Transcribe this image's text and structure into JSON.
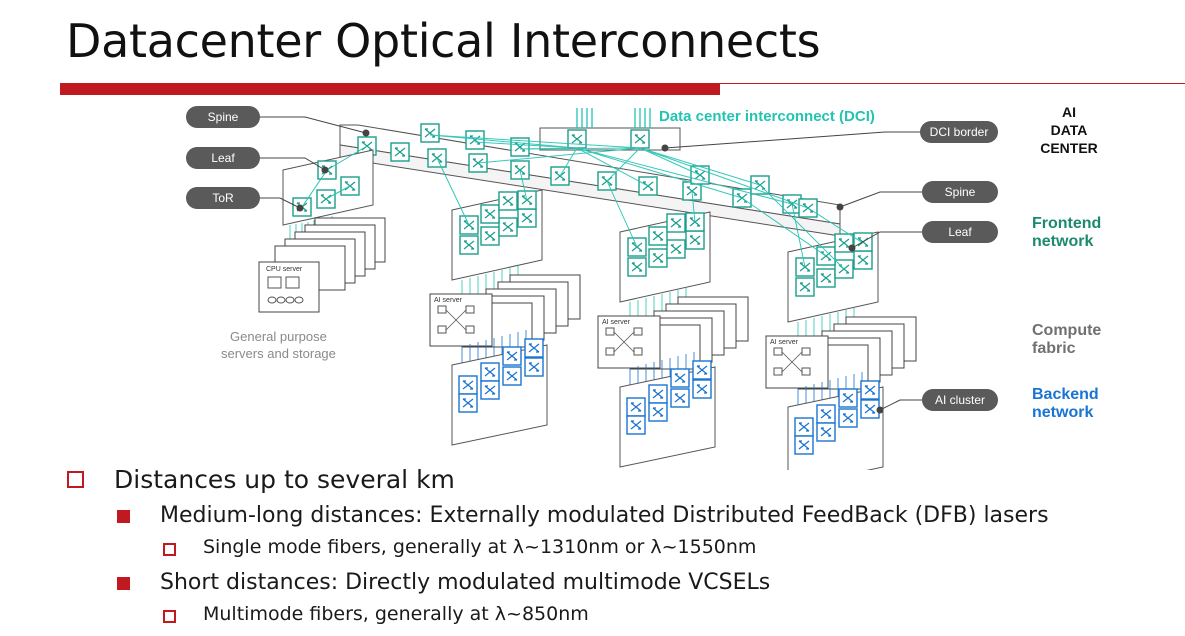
{
  "slide": {
    "title": "Datacenter Optical Interconnects",
    "accent_color": "#c0191f"
  },
  "diagram": {
    "label_colors": {
      "teal": "#23c4b2",
      "frontend": "#1b8a6f",
      "compute": "#707070",
      "backend": "#1a74d1",
      "pill": "#5a5a5a"
    },
    "pill_labels": {
      "spine_left": "Spine",
      "leaf_left": "Leaf",
      "tor_left": "ToR",
      "dci_border": "DCI border",
      "spine_right": "Spine",
      "leaf_right": "Leaf",
      "ai_cluster": "AI cluster"
    },
    "dci_label": "Data center interconnect (DCI)",
    "cpu_server_label": "CPU server",
    "ai_server_label": "AI server",
    "general_purpose_label": "General purpose\nservers and storage",
    "ai_data_center_label": "AI\nDATA\nCENTER",
    "frontend_label": "Frontend\nnetwork",
    "compute_label": "Compute\nfabric",
    "backend_label": "Backend\nnetwork"
  },
  "bullets": [
    {
      "level": 1,
      "text": "Distances up to several km"
    },
    {
      "level": 2,
      "text": "Medium-long distances: Externally modulated Distributed FeedBack (DFB) lasers"
    },
    {
      "level": 3,
      "text": "Single mode fibers, generally at λ~1310nm or λ~1550nm"
    },
    {
      "level": 2,
      "text": "Short distances: Directly modulated multimode VCSELs"
    },
    {
      "level": 3,
      "text": "Multimode fibers, generally at λ~850nm"
    }
  ]
}
